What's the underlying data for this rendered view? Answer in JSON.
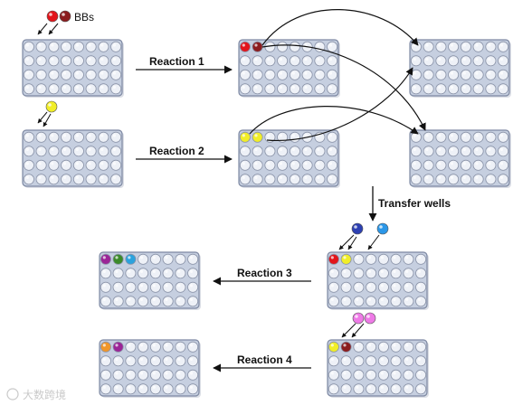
{
  "bb_label": "BBs",
  "reaction_labels": [
    "Reaction 1",
    "Reaction 2",
    "Reaction 3",
    "Reaction 4"
  ],
  "transfer_label": "Transfer wells",
  "watermark": "大数跨境",
  "colors": {
    "plate_fill": "#c6cfe0",
    "plate_edge": "#7d88a2",
    "well_fill": "#eef1f7",
    "well_edge": "#8a93a8",
    "red": "#e2151b",
    "dark_red": "#8b1c1e",
    "yellow": "#f1ee28",
    "blue": "#2d40b2",
    "light_blue": "#2b97e8",
    "pink": "#ee7ae6",
    "purple": "#9b2597",
    "green": "#3c8a2a",
    "cyan": "#2ba2dd",
    "orange": "#f0962a"
  },
  "plates": [
    {
      "name": "start-plate-1",
      "filled": []
    },
    {
      "name": "start-plate-2",
      "filled": []
    },
    {
      "name": "reaction1-plate",
      "filled": [
        "red",
        "dark_red"
      ]
    },
    {
      "name": "reaction2-plate",
      "filled": [
        "yellow",
        "yellow"
      ]
    },
    {
      "name": "transfer-plate-top",
      "filled": []
    },
    {
      "name": "transfer-plate-bottom",
      "filled": []
    },
    {
      "name": "merged-plate-3",
      "filled": [
        "red",
        "yellow"
      ]
    },
    {
      "name": "merged-plate-4",
      "filled": [
        "yellow",
        "dark_red"
      ]
    },
    {
      "name": "product-plate-3",
      "filled": [
        "purple",
        "green",
        "cyan"
      ]
    },
    {
      "name": "product-plate-4",
      "filled": [
        "orange",
        "purple"
      ]
    }
  ],
  "bead_groups": [
    {
      "name": "bb-beads-red",
      "colors": [
        "red",
        "dark_red"
      ]
    },
    {
      "name": "bead-yellow",
      "colors": [
        "yellow"
      ]
    },
    {
      "name": "beads-blue",
      "colors": [
        "blue",
        "light_blue"
      ]
    },
    {
      "name": "beads-pink",
      "colors": [
        "pink",
        "pink"
      ]
    }
  ]
}
